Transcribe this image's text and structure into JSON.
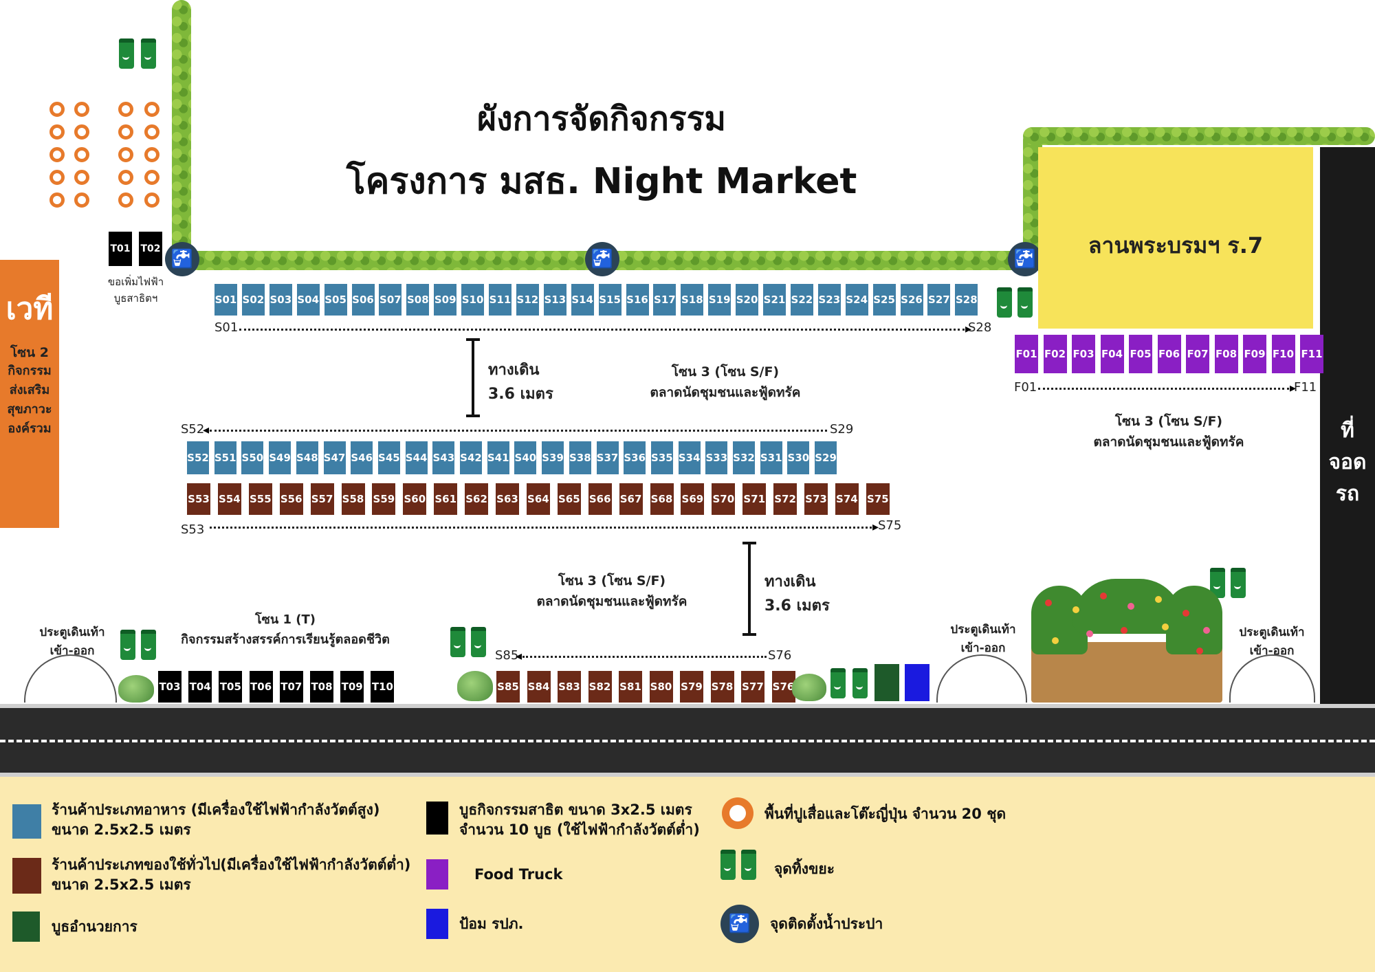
{
  "title": {
    "line1": "ผังการจัดกิจกรรม",
    "line2": "โครงการ มสธ. Night Market"
  },
  "stage": {
    "title": "เวที",
    "zone": "โซน 2",
    "desc": [
      "กิจกรรม",
      "ส่งเสริม",
      "สุขภาวะ",
      "องค์รวม"
    ]
  },
  "plaza": "ลานพระบรมฯ ร.7",
  "parking": [
    "ที่",
    "จอด",
    "รถ"
  ],
  "t_booths_top": [
    "T01",
    "T02"
  ],
  "electric_note": [
    "ขอเพิ่มไฟฟ้า",
    "บูธสาธิตฯ"
  ],
  "row1": [
    "S01",
    "S02",
    "S03",
    "S04",
    "S05",
    "S06",
    "S07",
    "S08",
    "S09",
    "S10",
    "S11",
    "S12",
    "S13",
    "S14",
    "S15",
    "S16",
    "S17",
    "S18",
    "S19",
    "S20",
    "S21",
    "S22",
    "S23",
    "S24",
    "S25",
    "S26",
    "S27",
    "S28"
  ],
  "row1_range": {
    "start": "S01",
    "end": "S28"
  },
  "food_trucks": [
    "F01",
    "F02",
    "F03",
    "F04",
    "F05",
    "F06",
    "F07",
    "F08",
    "F09",
    "F10",
    "F11"
  ],
  "ft_range": {
    "start": "F01",
    "end": "F11"
  },
  "walkway1": [
    "ทางเดิน",
    "3.6 เมตร"
  ],
  "zone3_a": [
    "โซน 3 (โซน S/F)",
    "ตลาดนัดชุมชนและฟู้ดทรัค"
  ],
  "zone3_b": [
    "โซน 3 (โซน S/F)",
    "ตลาดนัดชุมชนและฟู้ดทรัค"
  ],
  "row2_range": {
    "start": "S52",
    "end": "S29"
  },
  "row2": [
    "S52",
    "S51",
    "S50",
    "S49",
    "S48",
    "S47",
    "S46",
    "S45",
    "S44",
    "S43",
    "S42",
    "S41",
    "S40",
    "S39",
    "S38",
    "S37",
    "S36",
    "S35",
    "S34",
    "S33",
    "S32",
    "S31",
    "S30",
    "S29"
  ],
  "row3": [
    "S53",
    "S54",
    "S55",
    "S56",
    "S57",
    "S58",
    "S59",
    "S60",
    "S61",
    "S62",
    "S63",
    "S64",
    "S65",
    "S66",
    "S67",
    "S68",
    "S69",
    "S70",
    "S71",
    "S72",
    "S73",
    "S74",
    "S75"
  ],
  "row3_range": {
    "start": "S53",
    "end": "S75"
  },
  "walkway2": [
    "ทางเดิน",
    "3.6 เมตร"
  ],
  "zone3_c": [
    "โซน 3 (โซน S/F)",
    "ตลาดนัดชุมชนและฟู้ดทรัค"
  ],
  "zone1": [
    "โซน 1 (T)",
    "กิจกรรมสร้างสรรค์การเรียนรู้ตลอดชีวิต"
  ],
  "gate_left": [
    "ประตูเดินเท้า",
    "เข้า-ออก"
  ],
  "gate_mid": [
    "ประตูเดินเท้า",
    "เข้า-ออก"
  ],
  "gate_right": [
    "ประตูเดินเท้า",
    "เข้า-ออก"
  ],
  "t_booths_bottom": [
    "T03",
    "T04",
    "T05",
    "T06",
    "T07",
    "T08",
    "T09",
    "T10"
  ],
  "row4_range": {
    "start": "S85",
    "end": "S76"
  },
  "row4": [
    "S85",
    "S84",
    "S83",
    "S82",
    "S81",
    "S80",
    "S79",
    "S78",
    "S77",
    "S76"
  ],
  "legend": {
    "food": [
      "ร้านค้าประเภทอาหาร (มีเครื่องใช้ไฟฟ้ากำลังวัตต์สูง)",
      "ขนาด 2.5x2.5 เมตร"
    ],
    "general": [
      "ร้านค้าประเภทของใช้ทั่วไป(มีเครื่องใช้ไฟฟ้ากำลังวัตต์ต่ำ)",
      "ขนาด 2.5x2.5 เมตร"
    ],
    "admin": "บูธอำนวยการ",
    "demo": [
      "บูธกิจกรรมสาธิต ขนาด 3x2.5 เมตร",
      "จำนวน 10 บูธ (ใช้ไฟฟ้ากำลังวัตต์ต่ำ)"
    ],
    "foodtruck": "Food Truck",
    "security": "ป้อม รปภ.",
    "mat": "พื้นที่ปูเสื่อและโต๊ะญี่ปุ่น จำนวน 20 ชุด",
    "trash": "จุดทิ้งขยะ",
    "water": "จุดติดตั้งน้ำประปา"
  },
  "colors": {
    "food": "#3f7fa6",
    "general": "#6b2a18",
    "admin": "#1e5a2a",
    "demo": "#000000",
    "foodtruck": "#8a1fc4",
    "security": "#1a1adf",
    "stage": "#e77a2b",
    "plaza": "#f7e35a",
    "legend_bg": "#fbeab0"
  }
}
